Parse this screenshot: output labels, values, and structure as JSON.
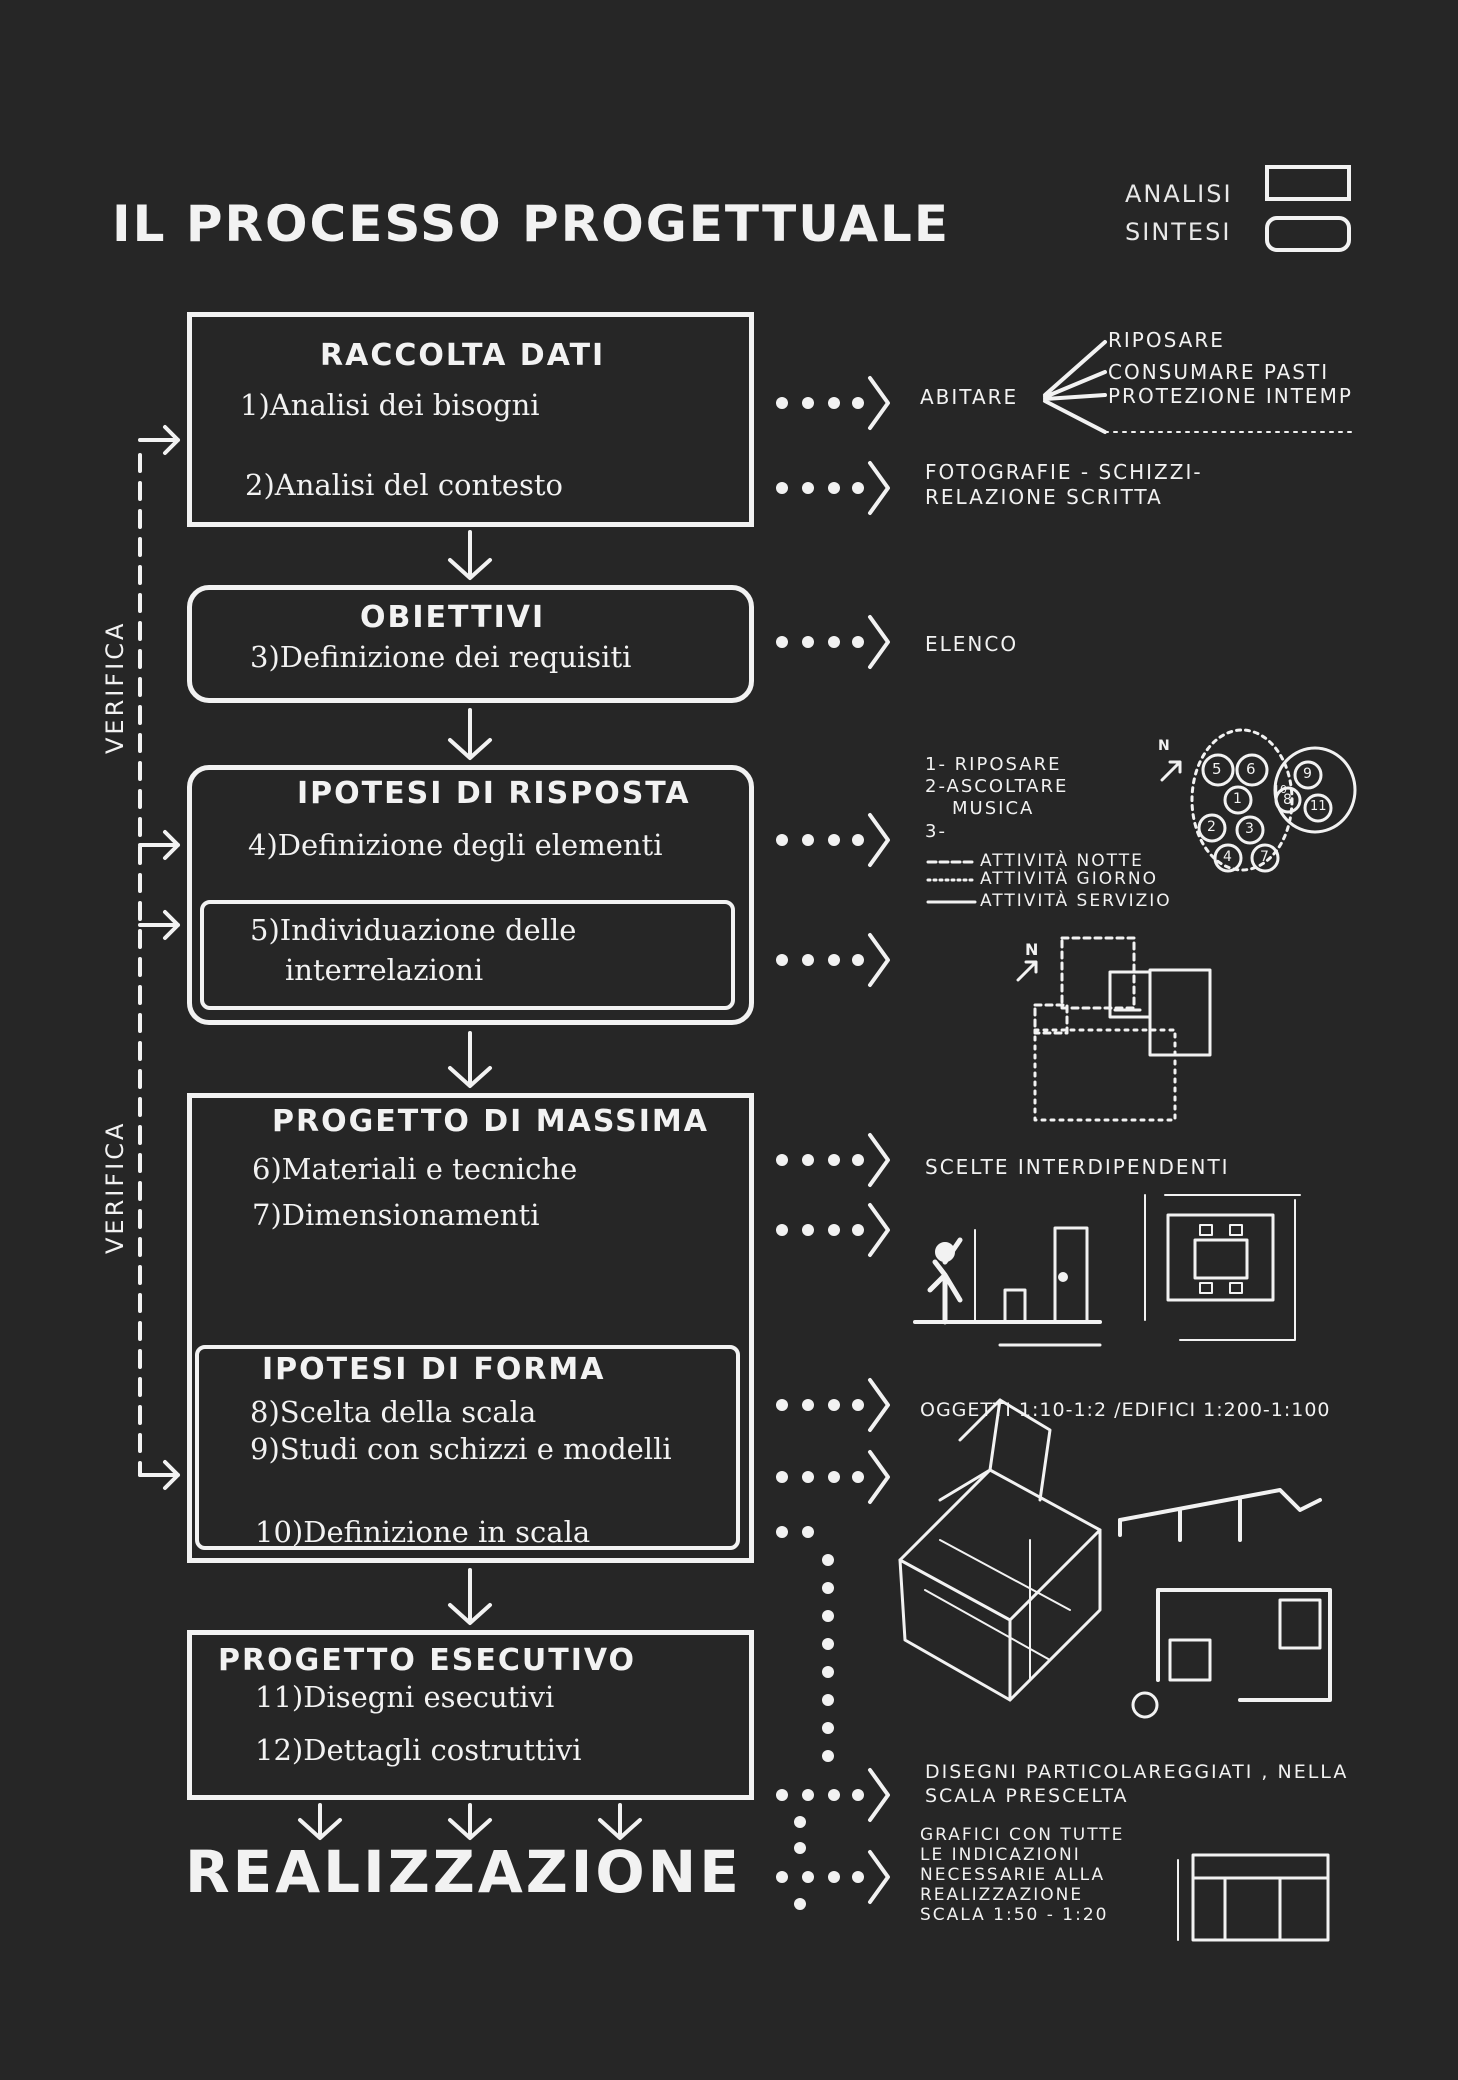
{
  "title": "IL PROCESSO  PROGETTUALE",
  "legend": {
    "analysis": "ANALISI",
    "synthesis": "SINTESI"
  },
  "verify": [
    "VERIFICA",
    "VERIFICA"
  ],
  "blocks": {
    "raccolta": {
      "heading": "RACCOLTA DATI",
      "items": [
        "1)Analisi dei bisogni",
        "2)Analisi del contesto"
      ]
    },
    "obiettivi": {
      "heading": "OBIETTIVI",
      "items": [
        "3)Definizione dei requisiti"
      ]
    },
    "ipotesi_risposta": {
      "heading": "IPOTESI DI RISPOSTA",
      "items": [
        "4)Definizione degli elementi",
        "5)Individuazione delle",
        "interrelazioni"
      ]
    },
    "massima": {
      "heading": "PROGETTO DI MASSIMA",
      "items": [
        "6)Materiali e tecniche",
        "7)Dimensionamenti"
      ]
    },
    "forma": {
      "heading": "IPOTESI DI FORMA",
      "items": [
        "8)Scelta della scala",
        "9)Studi con schizzi e modelli",
        "10)Definizione in scala"
      ]
    },
    "esecutivo": {
      "heading": "PROGETTO ESECUTIVO",
      "items": [
        "11)Disegni esecutivi",
        "12)Dettagli costruttivi"
      ]
    },
    "realizzazione": "REALIZZAZIONE"
  },
  "notes": {
    "abitare": "ABITARE",
    "abitare_branches": [
      "RIPOSARE",
      "CONSUMARE PASTI",
      "PROTEZIONE INTEMP"
    ],
    "foto": [
      "FOTOGRAFIE - SCHIZZI-",
      "RELAZIONE SCRITTA"
    ],
    "elenco": "ELENCO",
    "activities": [
      "1- RIPOSARE",
      "2-ASCOLTARE",
      "MUSICA",
      "3-"
    ],
    "activity_legend": [
      "ATTIVITÀ NOTTE",
      "ATTIVITÀ GIORNO",
      "ATTIVITÀ SERVIZIO"
    ],
    "scelte": "SCELTE  INTERDIPENDENTI",
    "oggetti": "OGGETTI 1:10-1:2 /EDIFICI 1:200-1:100",
    "disegni": [
      "DISEGNI PARTICOLAREGGIATI , NELLA",
      "SCALA  PRESCELTA"
    ],
    "grafici": [
      "GRAFICI CON TUTTE",
      "LE INDICAZIONI",
      "NECESSARIE ALLA",
      "REALIZZAZIONE",
      "SCALA 1:50 - 1:20"
    ],
    "north": "N",
    "bubbles": [
      "5",
      "6",
      "1",
      "8",
      "3",
      "2",
      "4",
      "7",
      "9",
      "10",
      "11"
    ]
  }
}
